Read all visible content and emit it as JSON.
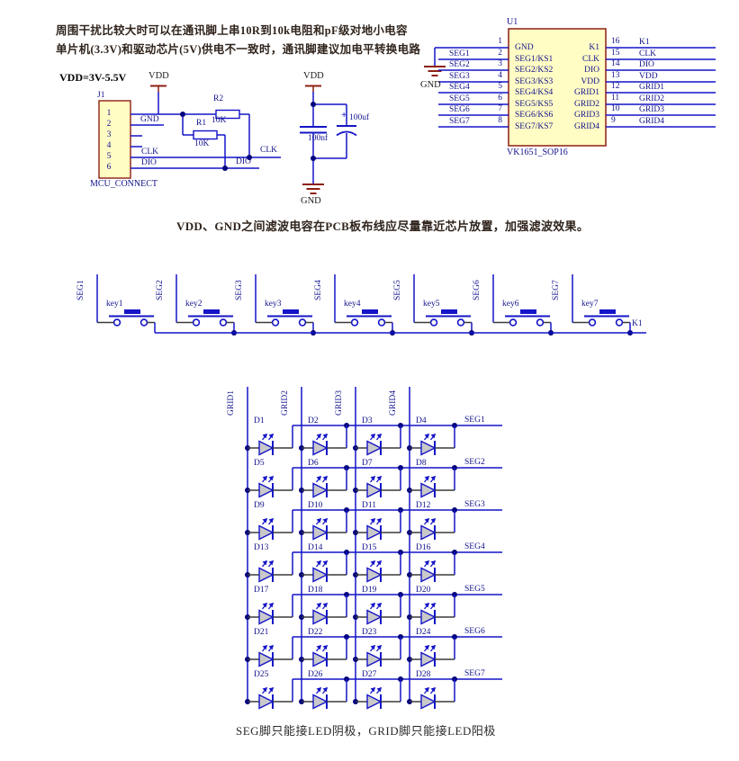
{
  "notes": {
    "line1": "周围干扰比较大时可以在通讯脚上串10R到10k电阻和pF级对地小电容",
    "line2": "单片机(3.3V)和驱动芯片(5V)供电不一致时，通讯脚建议加电平转换电路",
    "vdd_range": "VDD=3V-5.5V",
    "filter": "VDD、GND之间滤波电容在PCB板布线应尽量靠近芯片放置，加强滤波效果。",
    "matrix": "SEG脚只能接LED阴极，GRID脚只能接LED阳极"
  },
  "power": {
    "vdd": "VDD",
    "gnd": "GND"
  },
  "connector": {
    "designator": "J1",
    "part": "MCU_CONNECT",
    "pin_numbers": [
      "1",
      "2",
      "3",
      "4",
      "5",
      "6"
    ],
    "net_gnd": "GND",
    "net_clk_left": "CLK",
    "net_dio_left": "DIO",
    "net_clk_right": "CLK",
    "net_dio_right": "DIO"
  },
  "resistors": {
    "r2_ref": "R2",
    "r2_value": "10K",
    "r1_ref": "R1",
    "r1_value": "10K"
  },
  "capacitors": {
    "c1_value": "100nf",
    "c2_plus": "+",
    "c2_value": "100uf"
  },
  "ic": {
    "designator": "U1",
    "part": "VK1651_SOP16",
    "left_pins": [
      {
        "num": "1",
        "name": "GND",
        "net": ""
      },
      {
        "num": "2",
        "name": "SEG1/KS1",
        "net": "SEG1"
      },
      {
        "num": "3",
        "name": "SEG2/KS2",
        "net": "SEG2"
      },
      {
        "num": "4",
        "name": "SEG3/KS3",
        "net": "SEG3"
      },
      {
        "num": "5",
        "name": "SEG4/KS4",
        "net": "SEG4"
      },
      {
        "num": "6",
        "name": "SEG5/KS5",
        "net": "SEG5"
      },
      {
        "num": "7",
        "name": "SEG6/KS6",
        "net": "SEG6"
      },
      {
        "num": "8",
        "name": "SEG7/KS7",
        "net": "SEG7"
      }
    ],
    "right_pins": [
      {
        "num": "16",
        "name": "K1",
        "net": "K1"
      },
      {
        "num": "15",
        "name": "CLK",
        "net": "CLK"
      },
      {
        "num": "14",
        "name": "DIO",
        "net": "DIO"
      },
      {
        "num": "13",
        "name": "VDD",
        "net": "VDD"
      },
      {
        "num": "12",
        "name": "GRID1",
        "net": "GRID1"
      },
      {
        "num": "11",
        "name": "GRID2",
        "net": "GRID2"
      },
      {
        "num": "10",
        "name": "GRID3",
        "net": "GRID3"
      },
      {
        "num": "9",
        "name": "GRID4",
        "net": "GRID4"
      }
    ]
  },
  "keypad": {
    "columns": [
      {
        "seg": "SEG1",
        "key": "key1"
      },
      {
        "seg": "SEG2",
        "key": "key2"
      },
      {
        "seg": "SEG3",
        "key": "key3"
      },
      {
        "seg": "SEG4",
        "key": "key4"
      },
      {
        "seg": "SEG5",
        "key": "key5"
      },
      {
        "seg": "SEG6",
        "key": "key6"
      },
      {
        "seg": "SEG7",
        "key": "key7"
      }
    ],
    "bus_label": "K1"
  },
  "led_matrix": {
    "grids": [
      "GRID1",
      "GRID2",
      "GRID3",
      "GRID4"
    ],
    "rows": [
      {
        "seg": "SEG1",
        "diodes": [
          "D1",
          "D2",
          "D3",
          "D4"
        ]
      },
      {
        "seg": "SEG2",
        "diodes": [
          "D5",
          "D6",
          "D7",
          "D8"
        ]
      },
      {
        "seg": "SEG3",
        "diodes": [
          "D9",
          "D10",
          "D11",
          "D12"
        ]
      },
      {
        "seg": "SEG4",
        "diodes": [
          "D13",
          "D14",
          "D15",
          "D16"
        ]
      },
      {
        "seg": "SEG5",
        "diodes": [
          "D17",
          "D18",
          "D19",
          "D20"
        ]
      },
      {
        "seg": "SEG6",
        "diodes": [
          "D21",
          "D22",
          "D23",
          "D24"
        ]
      },
      {
        "seg": "SEG7",
        "diodes": [
          "D25",
          "D26",
          "D27",
          "D28"
        ]
      }
    ]
  },
  "colors": {
    "wire": "#1414c8",
    "text": "#12128c",
    "junction": "#00007d",
    "frame": "#8d1f12",
    "component_fill": "#fffcc4",
    "power_symbol": "#8d1f12",
    "dark_lead": "#3a3a3a",
    "led_fill": "#c9c9c9",
    "resistor_fill": "#ffffff",
    "note_text": "#30241c"
  }
}
